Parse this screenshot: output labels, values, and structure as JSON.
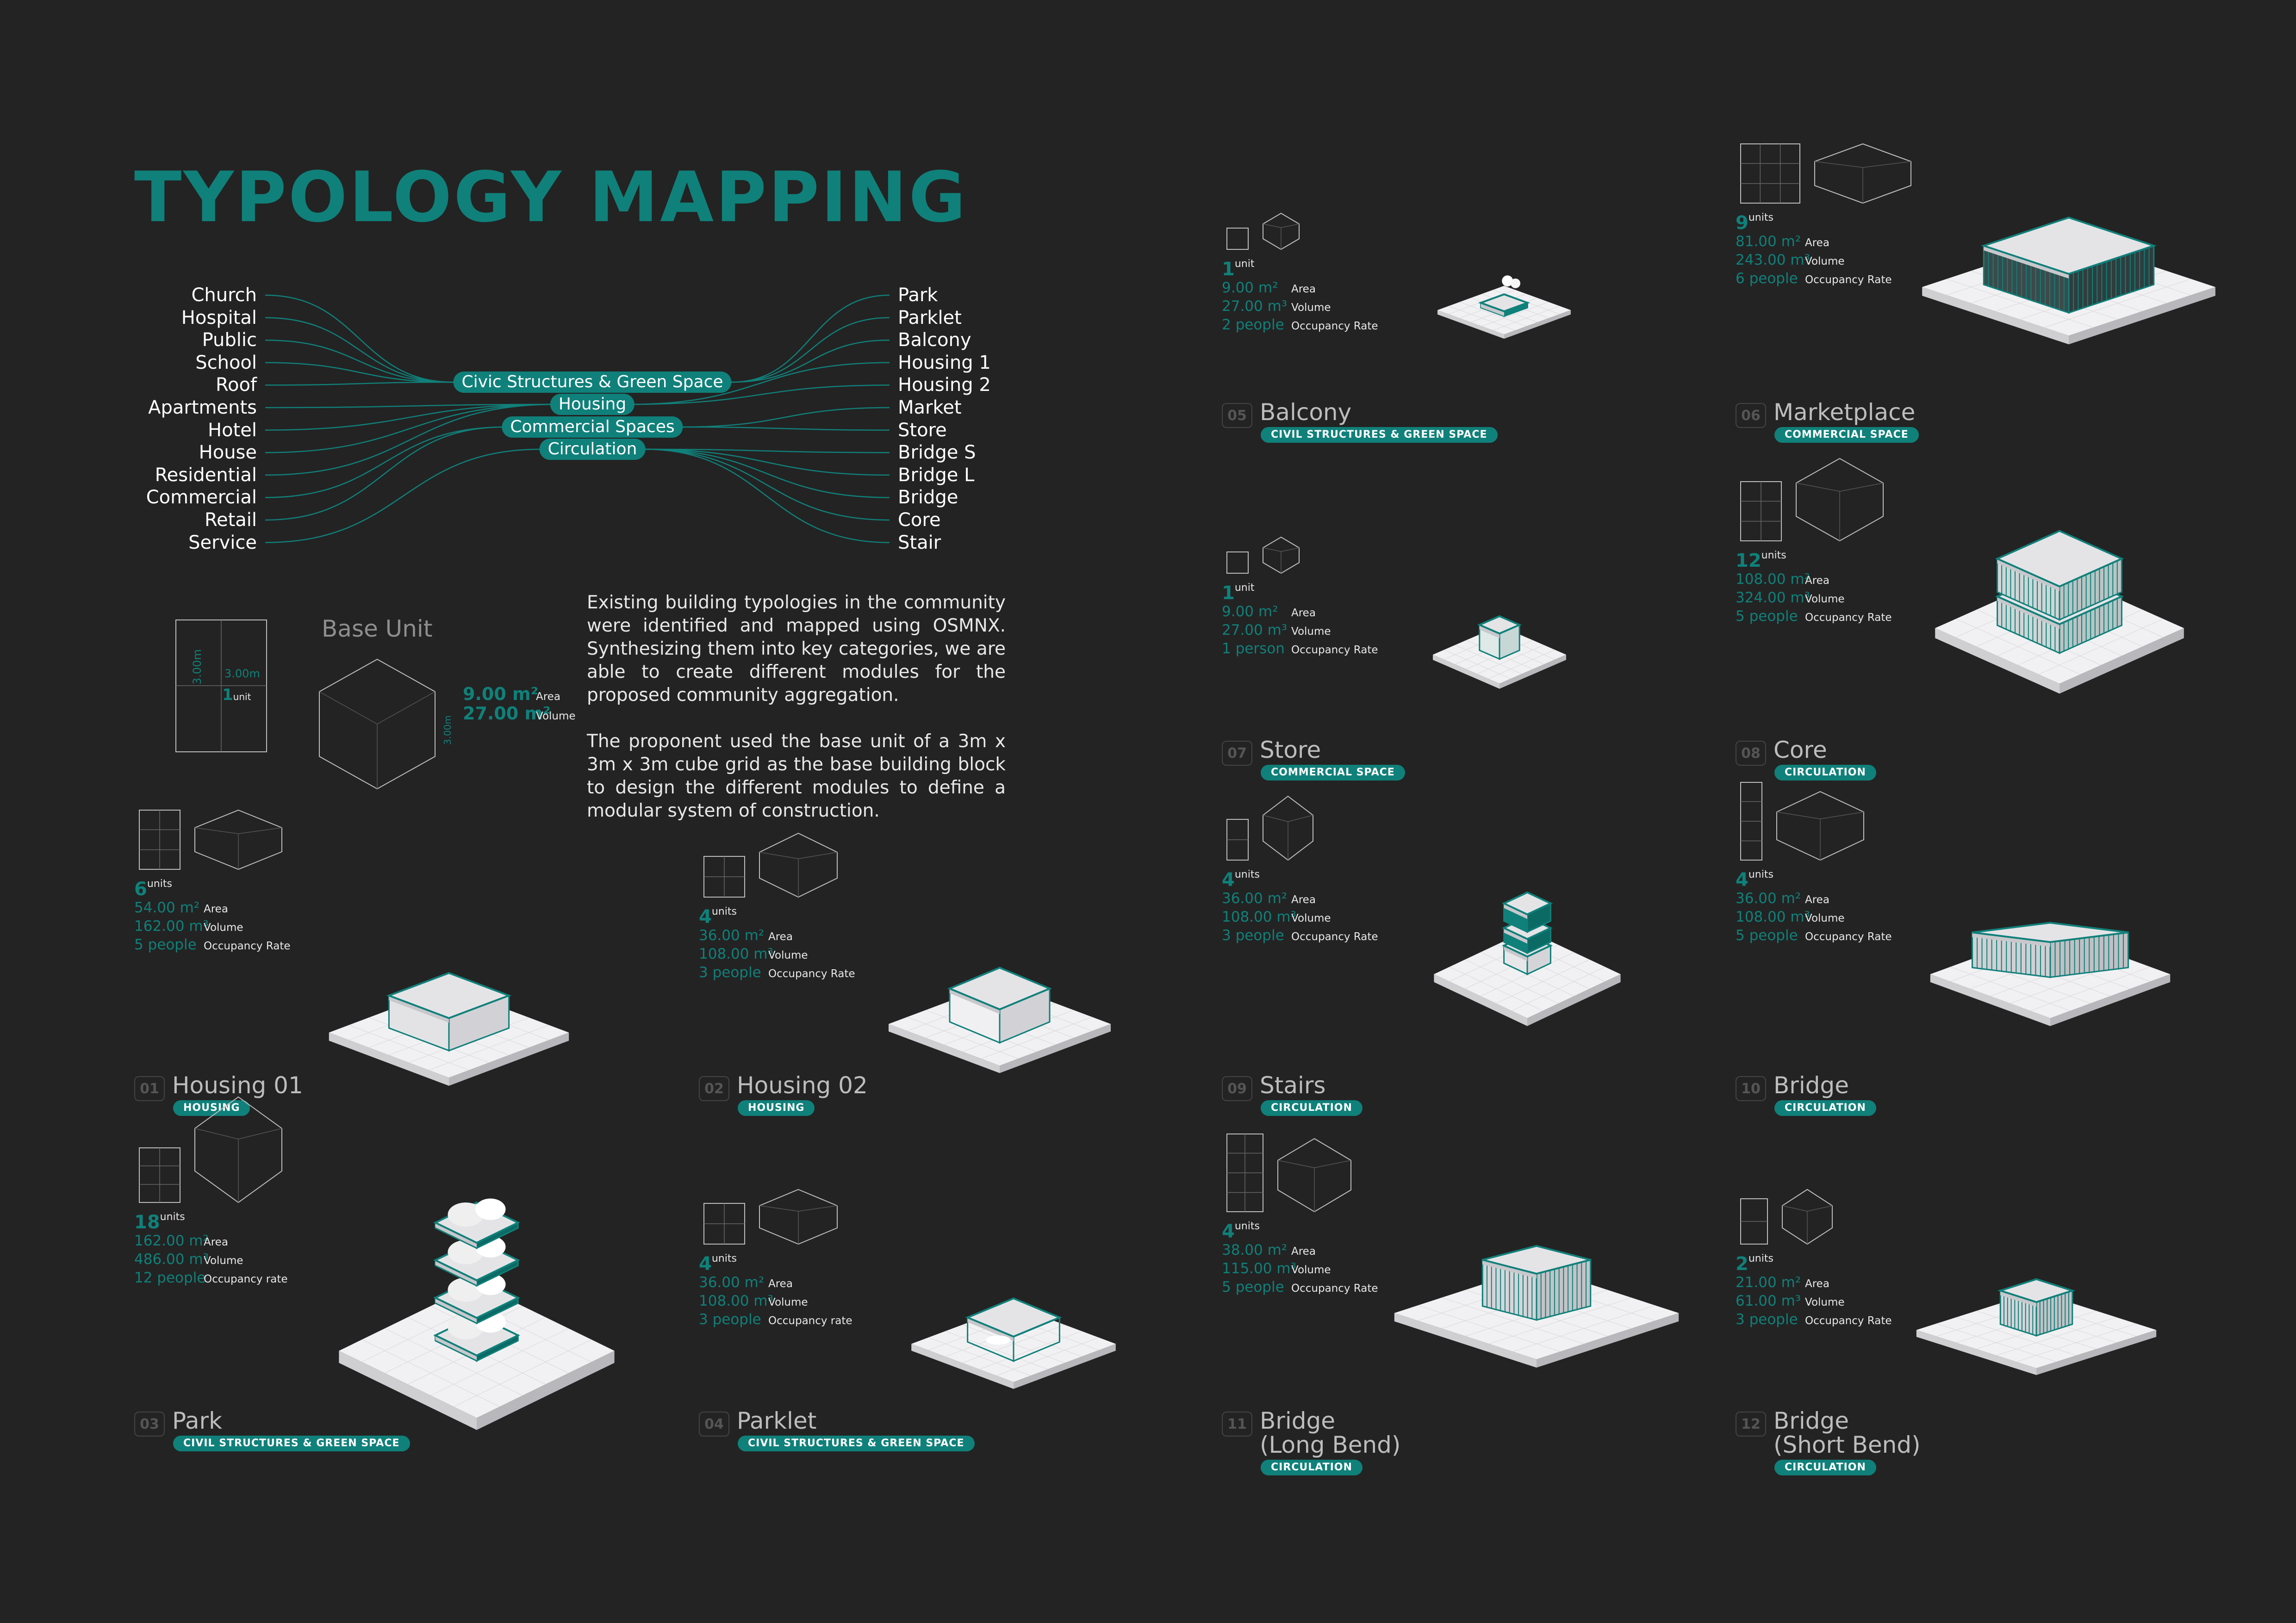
{
  "title": "TYPOLOGY MAPPING",
  "sources": [
    "Church",
    "Hospital",
    "Public",
    "School",
    "Roof",
    "Apartments",
    "Hotel",
    "House",
    "Residential",
    "Commercial",
    "Retail",
    "Service"
  ],
  "categories": [
    "Civic Structures & Green Space",
    "Housing",
    "Commercial Spaces",
    "Circulation"
  ],
  "destinations": [
    "Park",
    "Parklet",
    "Balcony",
    "Housing 1",
    "Housing 2",
    "Market",
    "Store",
    "Bridge S",
    "Bridge L",
    "Bridge",
    "Core",
    "Stair"
  ],
  "base_unit": {
    "title": "Base Unit",
    "side_w": "3.00m",
    "side_h": "3.00m",
    "cube_h": "3.00m",
    "units_n": "1",
    "units_t": "unit",
    "area": "9.00 m²",
    "area_label": "Area",
    "volume": "27.00 m²",
    "volume_label": "Volume"
  },
  "description": [
    "Existing building typologies in the community were identified and mapped using OSMNX. Synthesizing them into key categories, we are able to create different modules for the proposed community aggregation.",
    "The proponent used the base unit of a 3m x 3m x 3m cube grid as the base building block to design the different modules to define a modular system of construction."
  ],
  "modules": [
    {
      "num": "01",
      "name": "Housing 01",
      "tag": "HOUSING",
      "units_n": "6",
      "units_t": "units",
      "area": "54.00 m²",
      "volume": "162.00 m³",
      "occ": "5 people",
      "area_label": "Area",
      "volume_label": "Volume",
      "occ_label": "Occupancy Rate"
    },
    {
      "num": "02",
      "name": "Housing 02",
      "tag": "HOUSING",
      "units_n": "4",
      "units_t": "units",
      "area": "36.00 m²",
      "volume": "108.00 m³",
      "occ": "3 people",
      "area_label": "Area",
      "volume_label": "Volume",
      "occ_label": "Occupancy Rate"
    },
    {
      "num": "03",
      "name": "Park",
      "tag": "CIVIL STRUCTURES & GREEN SPACE",
      "units_n": "18",
      "units_t": "units",
      "area": "162.00 m²",
      "volume": "486.00 m³",
      "occ": "12 people",
      "area_label": "Area",
      "volume_label": "Volume",
      "occ_label": "Occupancy rate"
    },
    {
      "num": "04",
      "name": "Parklet",
      "tag": "CIVIL STRUCTURES & GREEN SPACE",
      "units_n": "4",
      "units_t": "units",
      "area": "36.00 m²",
      "volume": "108.00 m³",
      "occ": "3 people",
      "area_label": "Area",
      "volume_label": "Volume",
      "occ_label": "Occupancy rate"
    },
    {
      "num": "05",
      "name": "Balcony",
      "tag": "CIVIL STRUCTURES & GREEN SPACE",
      "units_n": "1",
      "units_t": "unit",
      "area": "9.00 m²",
      "volume": "27.00 m³",
      "occ": "2 people",
      "area_label": "Area",
      "volume_label": "Volume",
      "occ_label": "Occupancy Rate"
    },
    {
      "num": "06",
      "name": "Marketplace",
      "tag": "COMMERCIAL SPACE",
      "units_n": "9",
      "units_t": "units",
      "area": "81.00 m²",
      "volume": "243.00 m³",
      "occ": "6 people",
      "area_label": "Area",
      "volume_label": "Volume",
      "occ_label": "Occupancy Rate"
    },
    {
      "num": "07",
      "name": "Store",
      "tag": "COMMERCIAL SPACE",
      "units_n": "1",
      "units_t": "unit",
      "area": "9.00 m²",
      "volume": "27.00 m³",
      "occ": "1 person",
      "area_label": "Area",
      "volume_label": "Volume",
      "occ_label": "Occupancy Rate"
    },
    {
      "num": "08",
      "name": "Core",
      "tag": "CIRCULATION",
      "units_n": "12",
      "units_t": "units",
      "area": "108.00 m²",
      "volume": "324.00 m³",
      "occ": "5 people",
      "area_label": "Area",
      "volume_label": "Volume",
      "occ_label": "Occupancy Rate"
    },
    {
      "num": "09",
      "name": "Stairs",
      "tag": "CIRCULATION",
      "units_n": "4",
      "units_t": "units",
      "area": "36.00 m²",
      "volume": "108.00 m³",
      "occ": "3 people",
      "area_label": "Area",
      "volume_label": "Volume",
      "occ_label": "Occupancy Rate"
    },
    {
      "num": "10",
      "name": "Bridge",
      "tag": "CIRCULATION",
      "units_n": "4",
      "units_t": "units",
      "area": "36.00 m²",
      "volume": "108.00 m³",
      "occ": "5 people",
      "area_label": "Area",
      "volume_label": "Volume",
      "occ_label": "Occupancy Rate"
    },
    {
      "num": "11",
      "name": "Bridge\n(Long Bend)",
      "tag": "CIRCULATION",
      "units_n": "4",
      "units_t": "units",
      "area": "38.00 m²",
      "volume": "115.00 m³",
      "occ": "5 people",
      "area_label": "Area",
      "volume_label": "Volume",
      "occ_label": "Occupancy Rate"
    },
    {
      "num": "12",
      "name": "Bridge\n(Short Bend)",
      "tag": "CIRCULATION",
      "units_n": "2",
      "units_t": "units",
      "area": "21.00 m²",
      "volume": "61.00 m³",
      "occ": "3 people",
      "area_label": "Area",
      "volume_label": "Volume",
      "occ_label": "Occupancy Rate"
    }
  ],
  "colors": {
    "background": "#232323",
    "accent": "#10807a",
    "white": "#ffffff",
    "model_white": "#e9e9ea",
    "gray": "#8e8e8e"
  }
}
